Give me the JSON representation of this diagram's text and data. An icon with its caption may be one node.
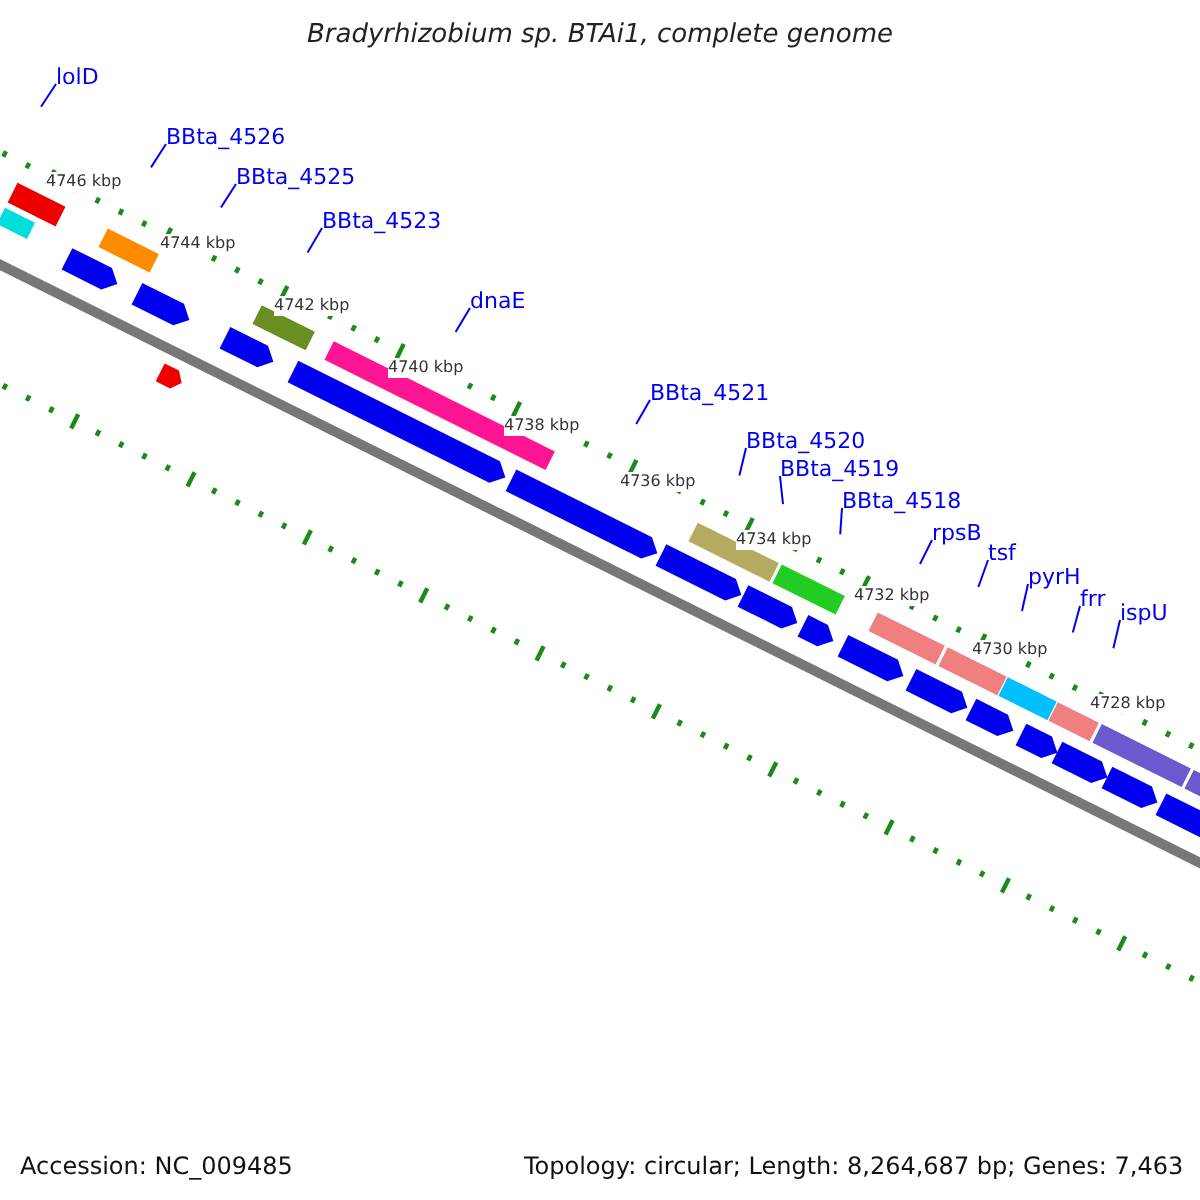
{
  "diagram": {
    "title": "Bradyrhizobium sp. BTAi1, complete genome",
    "nodes": [
      {
        "text": [
          "lolD"
        ]
      },
      {
        "text": [
          "BBta_4526"
        ]
      },
      {
        "text": [
          "BBta_4525"
        ]
      },
      {
        "text": [
          "BBta_4523"
        ]
      },
      {
        "text": [
          "dnaE"
        ]
      },
      {
        "text": [
          "BBta_4521"
        ]
      },
      {
        "text": [
          "BBta_4520"
        ]
      },
      {
        "text": [
          "BBta_4519"
        ]
      },
      {
        "text": [
          "BBta_4518"
        ]
      },
      {
        "text": [
          "rpsB"
        ]
      },
      {
        "text": [
          "tsf"
        ]
      },
      {
        "text": [
          "pyrH"
        ]
      },
      {
        "text": [
          "frr"
        ]
      },
      {
        "text": [
          "ispU"
        ]
      }
    ],
    "edges": [
      {
        "from": 0,
        "to": null,
        "arrow": "none"
      },
      {
        "from": 1,
        "to": null,
        "arrow": "none"
      },
      {
        "from": 2,
        "to": null,
        "arrow": "none"
      },
      {
        "from": 3,
        "to": null,
        "arrow": "none"
      },
      {
        "from": 4,
        "to": null,
        "arrow": "none"
      },
      {
        "from": 5,
        "to": null,
        "arrow": "none"
      },
      {
        "from": 6,
        "to": null,
        "arrow": "none"
      },
      {
        "from": 7,
        "to": null,
        "arrow": "none"
      },
      {
        "from": 8,
        "to": null,
        "arrow": "none"
      },
      {
        "from": 9,
        "to": null,
        "arrow": "none"
      },
      {
        "from": 10,
        "to": null,
        "arrow": "none"
      },
      {
        "from": 11,
        "to": null,
        "arrow": "none"
      },
      {
        "from": 12,
        "to": null,
        "arrow": "none"
      },
      {
        "from": 13,
        "to": null,
        "arrow": "none"
      }
    ],
    "labels": [
      "4746 kbp",
      "4744 kbp",
      "4742 kbp",
      "4740 kbp",
      "4738 kbp",
      "4736 kbp",
      "4734 kbp",
      "4732 kbp",
      "4730 kbp",
      "4728 kbp",
      "Accession: NC_009485",
      "Topology: circular; Length: 8,264,687 bp; Genes: 7,463"
    ]
  }
}
